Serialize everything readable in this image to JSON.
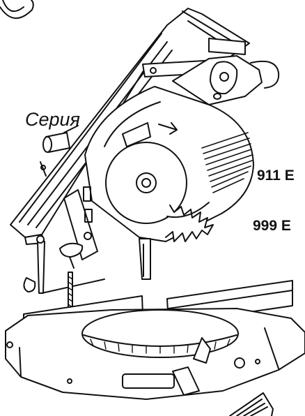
{
  "illustration": {
    "subject": "miter-saw-line-drawing",
    "ink_color": "#111111",
    "background_color": "#ffffff"
  },
  "labels": {
    "series": "Серия",
    "models": [
      "911 E",
      "999 E"
    ]
  }
}
